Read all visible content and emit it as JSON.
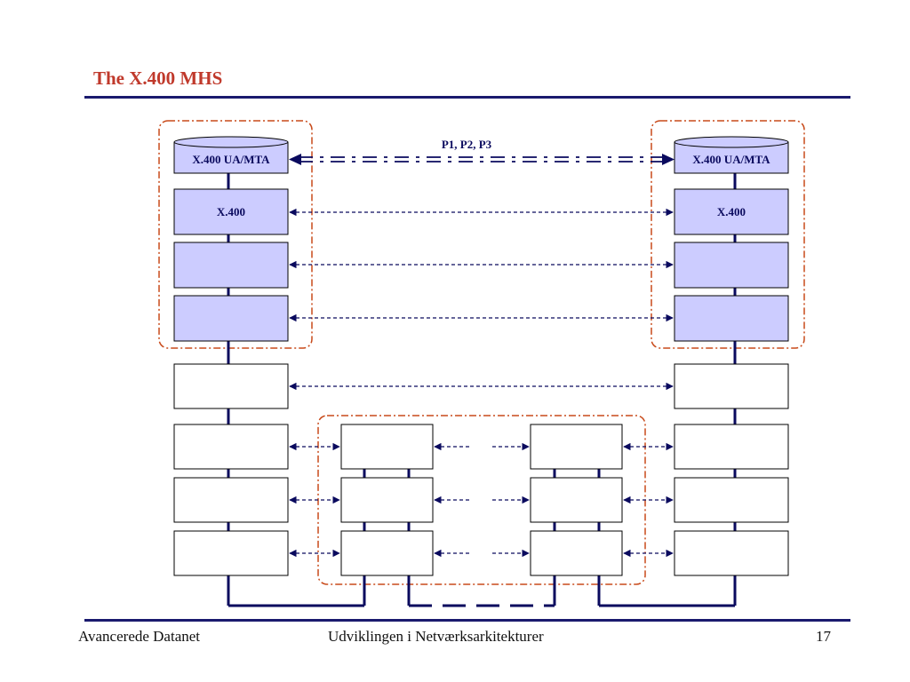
{
  "slide": {
    "title": "The X.400 MHS"
  },
  "diagram": {
    "protocol_label": "P1, P2, P3",
    "left_stack": {
      "ua_mta_label": "X.400 UA/MTA",
      "x400_label": "X.400"
    },
    "right_stack": {
      "ua_mta_label": "X.400 UA/MTA",
      "x400_label": "X.400"
    }
  },
  "footer": {
    "left": "Avancerede Datanet",
    "center": "Udviklingen i Netværksarkitekturer",
    "page_number": "17"
  },
  "colors": {
    "title": "#c0392b",
    "rule": "#1a1a6e",
    "box_fill": "#ccccff",
    "navy": "#0a0a5e",
    "dashed_group": "#c84a1a"
  }
}
